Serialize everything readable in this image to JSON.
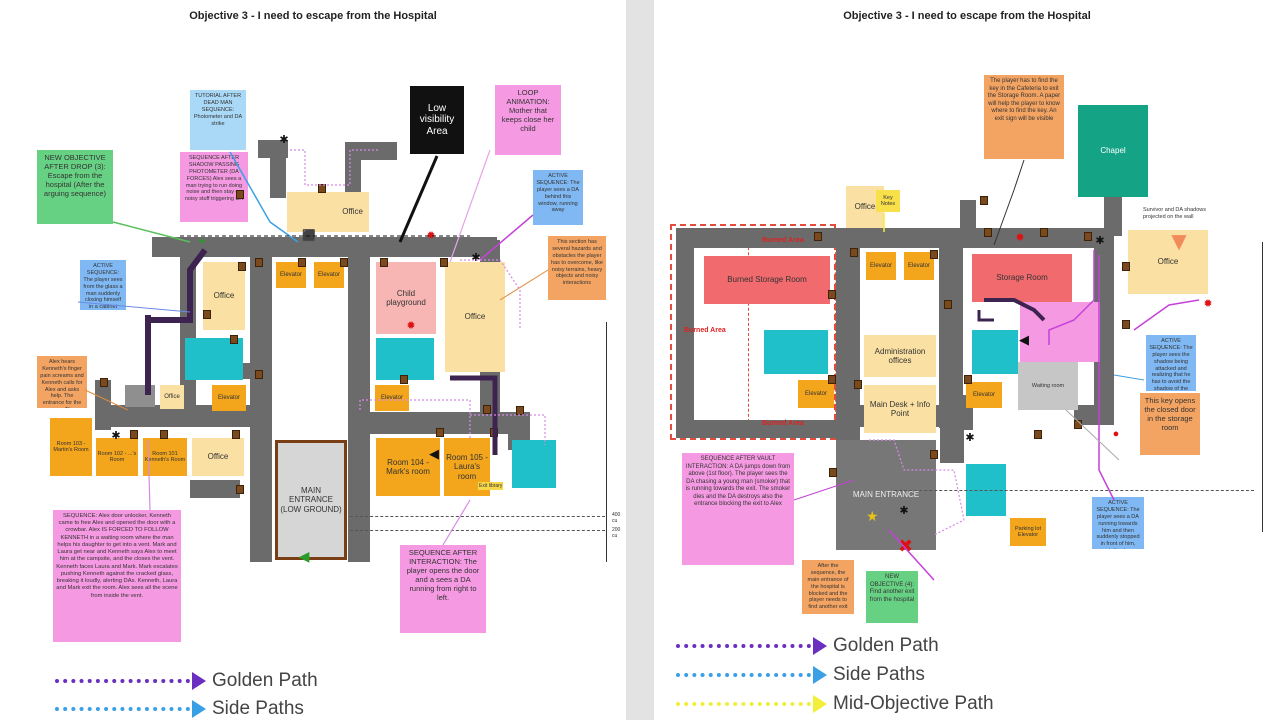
{
  "left": {
    "title": "Objective 3 - I need to escape from the Hospital",
    "rooms": {
      "office_top": "Office",
      "office_left": "Office",
      "office_right": "Office",
      "office_bottom": "Office",
      "elevator_a": "Elevator",
      "elevator_b": "Elevator",
      "elevator_c": "Elevator",
      "elevator_d": "Elevator",
      "child_playground": "Child playground",
      "main_entrance": "MAIN ENTRANCE (LOW GROUND)",
      "room104": "Room 104 - Mark's room",
      "room105": "Room 105 - Laura's room",
      "room103": "Room 103 - Martin's Room",
      "room102": "Room 102 - ...'s Room",
      "room101": "Room 101 Kenneth's Room",
      "low_visibility": "Low visibility Area"
    },
    "notes": {
      "new_objective": "NEW OBJECTIVE AFTER DROP (3): Escape from the hospital (After the arguing sequence)",
      "tutorial": "TUTORIAL AFTER DEAD MAN SEQUENCE: Photometer and DA strike",
      "sequence_shadow": "SEQUENCE AFTER SHADOW PASSING PHOTOMETER (DA FORCES) Alex sees a man trying to run doing noise and then stay on noisy stuff triggering DA",
      "loop_animation": "LOOP ANIMATION: Mother that keeps close her child",
      "active_sequence_right": "ACTIVE SEQUENCE: The player sees a DA behind this window, running away",
      "hazards": "This section has several hazards and obstacles the player has to overcome, like noisy terrains, heavy objects and noisy interactions",
      "active_sequence_left": "ACTIVE SEQUENCE: The player sees from the glass a man suddenly closing himself in a cabinet",
      "side_note": "Alex hears Kenneth's finger pain screams and Kenneth calls for Alex and asks help. The entrance for the room. The sequence starts when a near noise room is very...",
      "sequence_alex": "SEQUENCE: Alex door unlocker, Kenneth came to free Alex and opened the door with a crowbar. Alex IS FORCED TO FOLLOW KENNETH in a waiting room where the man helps his daughter to get into a vent. Mark and Laura get near and Kenneth says Alex to meet him at the campsite, and the closes the vent. Kenneth faces Laura and Mark. Mark escalates pushing Kenneth against the cracked glass, breaking it loudly, alerting DAs. Kenneth, Laura and Mark exit the room. Alex sees all the scene from inside the vent.",
      "sequence_interaction": "SEQUENCE AFTER INTERACTION: The player opens the door and a sees a DA running from right to left."
    },
    "legend": {
      "golden_path": "Golden Path",
      "side_paths": "Side Paths"
    },
    "markers": {
      "elev_a": "400 cu",
      "elev_b": "200 cu",
      "exit_label": "Exit library"
    }
  },
  "right": {
    "title": "Objective 3 - I need to escape from the Hospital",
    "rooms": {
      "chapel": "Chapel",
      "office_small": "Office",
      "office_right": "Office",
      "burned_area_top": "Burned Area",
      "burned_storage": "Burned Storage Room",
      "burned_area_left": "Burned Area",
      "burned_area_bottom": "Burned Area",
      "elevator_a": "Elevator",
      "elevator_b": "Elevator",
      "elevator_c": "Elevator",
      "elevator_d": "Elevator",
      "storage_room": "Storage Room",
      "administration": "Administration offices",
      "main_desk": "Main Desk + Info Point",
      "waiting_room": "Waiting room",
      "main_entrance": "MAIN ENTRANCE",
      "parking_lot": "Parking lot Elevator",
      "key_notes": "Key Notes"
    },
    "notes": {
      "key_cafeteria": "The player has to find the key in the Cafeteria to exit the Storage Room. A paper will help the player to know where to find the key. An exit sign will be visible",
      "survivor_shadows": "Survivor and DA shadows projected on the wall",
      "active_sequence_a": "ACTIVE SEQUENCE: The player sees the shadow being attacked and realizing that he has to avoid the shadow of the person projected on the wall",
      "key_opens": "This key opens the closed door in the storage room",
      "sequence_vault": "SEQUENCE AFTER VAULT INTERACTION: A DA jumps down from above (1st floor). The player sees the DA chasing a young man (smoker) that is running towards the exit. The smoker dies and the DA destroys also the entrance blocking the exit to Alex",
      "after_sequence": "After the sequence, the main entrance of the hospital is blocked and the player needs to find another exit",
      "new_objective": "NEW OBJECTIVE (4): Find another exit from the hospital",
      "active_sequence_b": "ACTIVE SEQUENCE: The player sees a DA running towards him and then suddenly stopped in front of him, pointing to..."
    },
    "legend": {
      "golden_path": "Golden Path",
      "side_paths": "Side Paths",
      "mid_objective": "Mid-Objective Path"
    },
    "colors": {
      "golden": "#6b2fc0",
      "side": "#3aa0e6",
      "mid": "#f2ee3a"
    }
  }
}
